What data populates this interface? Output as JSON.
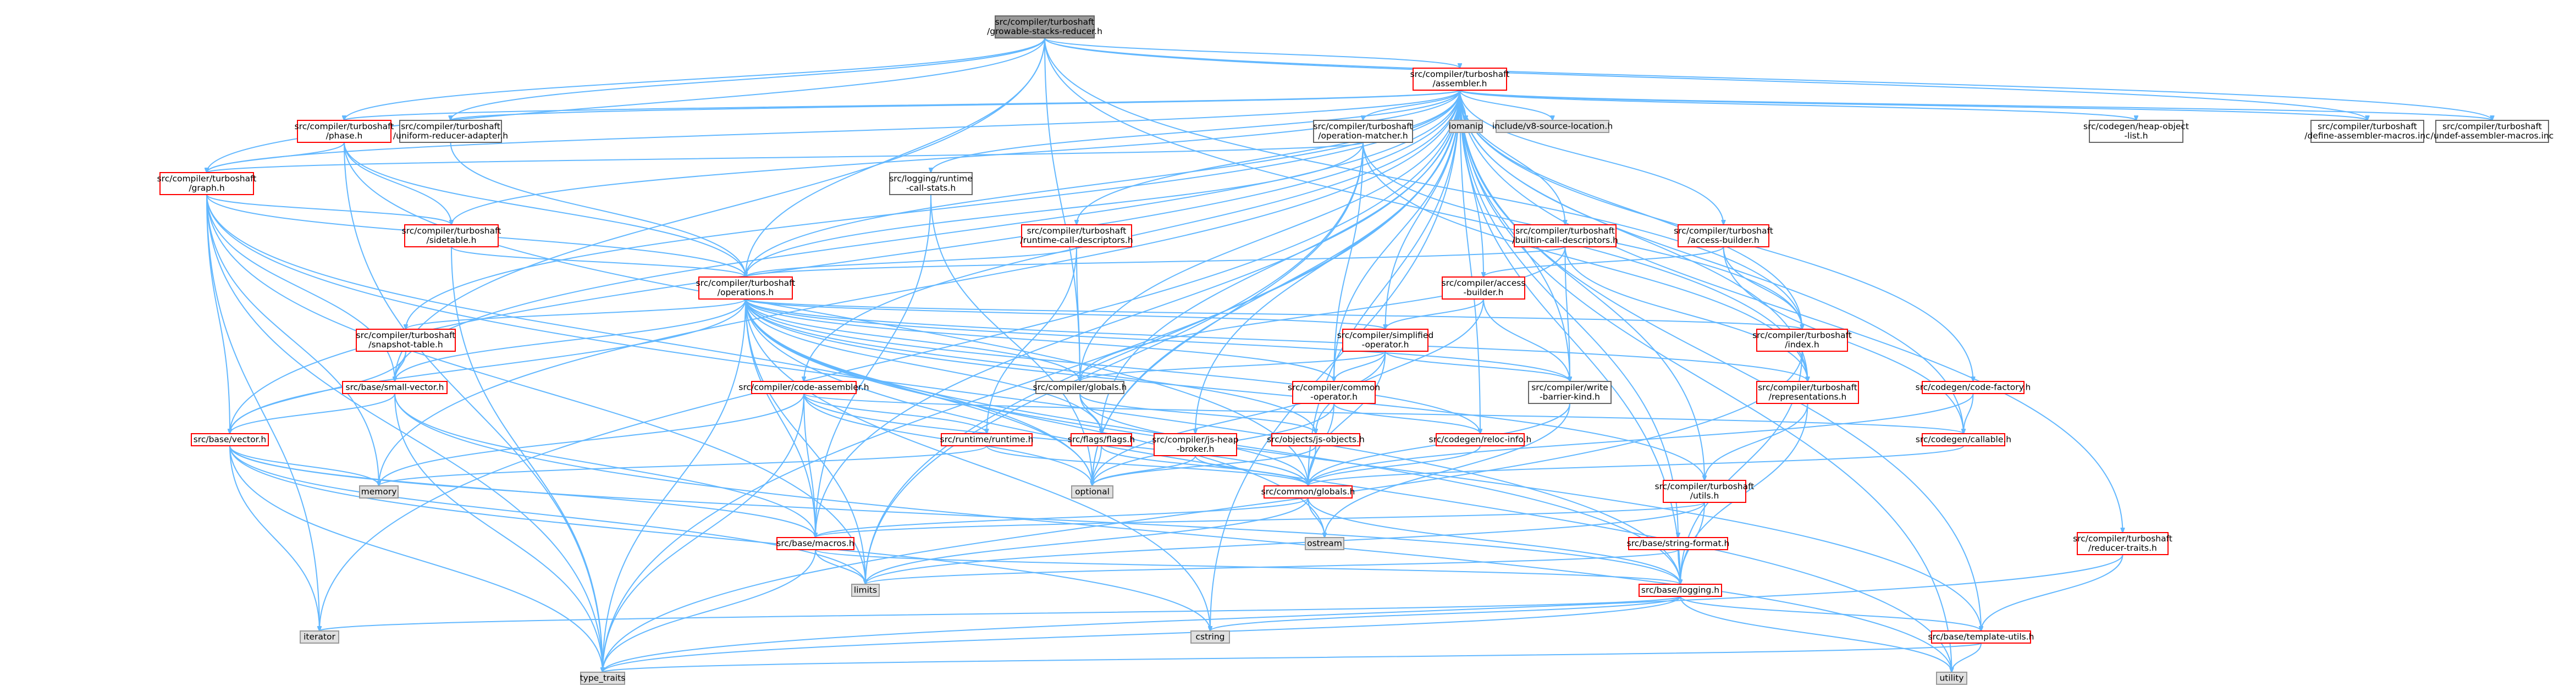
{
  "colors": {
    "edge": "#63b8ff",
    "root_fill": "#999999",
    "root_stroke": "#666666",
    "red_fill": "#ffffff",
    "red_stroke": "#ff0000",
    "black_fill": "#ffffff",
    "black_stroke": "#666666",
    "gray_fill": "#e0e0e0",
    "gray_stroke": "#999999"
  },
  "nodes": [
    {
      "id": "root",
      "style": "root",
      "lines": [
        "src/compiler/turboshaft",
        "/growable-stacks-reducer.h"
      ]
    },
    {
      "id": "assembler",
      "style": "red",
      "lines": [
        "src/compiler/turboshaft",
        "/assembler.h"
      ]
    },
    {
      "id": "phase",
      "style": "red",
      "lines": [
        "src/compiler/turboshaft",
        "/phase.h"
      ]
    },
    {
      "id": "uniform",
      "style": "black",
      "lines": [
        "src/compiler/turboshaft",
        "/uniform-reducer-adapter.h"
      ]
    },
    {
      "id": "opmatcher",
      "style": "black",
      "lines": [
        "src/compiler/turboshaft",
        "/operation-matcher.h"
      ]
    },
    {
      "id": "iomanip",
      "style": "gray",
      "lines": [
        "iomanip"
      ]
    },
    {
      "id": "v8srcloc",
      "style": "gray",
      "lines": [
        "include/v8-source-location.h"
      ]
    },
    {
      "id": "heapobjlist",
      "style": "black",
      "lines": [
        "src/codegen/heap-object",
        "-list.h"
      ]
    },
    {
      "id": "defineasm",
      "style": "black",
      "lines": [
        "src/compiler/turboshaft",
        "/define-assembler-macros.inc"
      ]
    },
    {
      "id": "undefasm",
      "style": "black",
      "lines": [
        "src/compiler/turboshaft",
        "/undef-assembler-macros.inc"
      ]
    },
    {
      "id": "graph",
      "style": "red",
      "lines": [
        "src/compiler/turboshaft",
        "/graph.h"
      ]
    },
    {
      "id": "callstats",
      "style": "black",
      "lines": [
        "src/logging/runtime",
        "-call-stats.h"
      ]
    },
    {
      "id": "rtcalldesc",
      "style": "red",
      "lines": [
        "src/compiler/turboshaft",
        "/runtime-call-descriptors.h"
      ]
    },
    {
      "id": "bicalldesc",
      "style": "red",
      "lines": [
        "src/compiler/turboshaft",
        "/builtin-call-descriptors.h"
      ]
    },
    {
      "id": "accessbuilderts",
      "style": "red",
      "lines": [
        "src/compiler/turboshaft",
        "/access-builder.h"
      ]
    },
    {
      "id": "sidetable",
      "style": "red",
      "lines": [
        "src/compiler/turboshaft",
        "/sidetable.h"
      ]
    },
    {
      "id": "operations",
      "style": "red",
      "lines": [
        "src/compiler/turboshaft",
        "/operations.h"
      ]
    },
    {
      "id": "accessbuilder",
      "style": "red",
      "lines": [
        "src/compiler/access",
        "-builder.h"
      ]
    },
    {
      "id": "snapshot",
      "style": "red",
      "lines": [
        "src/compiler/turboshaft",
        "/snapshot-table.h"
      ]
    },
    {
      "id": "simplifiedop",
      "style": "red",
      "lines": [
        "src/compiler/simplified",
        "-operator.h"
      ]
    },
    {
      "id": "index",
      "style": "red",
      "lines": [
        "src/compiler/turboshaft",
        "/index.h"
      ]
    },
    {
      "id": "smallvector",
      "style": "red",
      "lines": [
        "src/base/small-vector.h"
      ]
    },
    {
      "id": "codeassembler",
      "style": "red",
      "lines": [
        "src/compiler/code-assembler.h"
      ]
    },
    {
      "id": "globals_c",
      "style": "black",
      "lines": [
        "src/compiler/globals.h"
      ]
    },
    {
      "id": "commonop",
      "style": "red",
      "lines": [
        "src/compiler/common",
        "-operator.h"
      ]
    },
    {
      "id": "writebarrier",
      "style": "black",
      "lines": [
        "src/compiler/write",
        "-barrier-kind.h"
      ]
    },
    {
      "id": "representations",
      "style": "red",
      "lines": [
        "src/compiler/turboshaft",
        "/representations.h"
      ]
    },
    {
      "id": "codefactory",
      "style": "red",
      "lines": [
        "src/codegen/code-factory.h"
      ]
    },
    {
      "id": "vector",
      "style": "red",
      "lines": [
        "src/base/vector.h"
      ]
    },
    {
      "id": "runtime",
      "style": "red",
      "lines": [
        "src/runtime/runtime.h"
      ]
    },
    {
      "id": "flags",
      "style": "red",
      "lines": [
        "src/flags/flags.h"
      ]
    },
    {
      "id": "jsheap",
      "style": "red",
      "lines": [
        "src/compiler/js-heap",
        "-broker.h"
      ]
    },
    {
      "id": "jsobjects",
      "style": "red",
      "lines": [
        "src/objects/js-objects.h"
      ]
    },
    {
      "id": "relocinfo",
      "style": "red",
      "lines": [
        "src/codegen/reloc-info.h"
      ]
    },
    {
      "id": "callable",
      "style": "red",
      "lines": [
        "src/codegen/callable.h"
      ]
    },
    {
      "id": "memory",
      "style": "gray",
      "lines": [
        "memory"
      ]
    },
    {
      "id": "optional",
      "style": "gray",
      "lines": [
        "optional"
      ]
    },
    {
      "id": "commonglobals",
      "style": "red",
      "lines": [
        "src/common/globals.h"
      ]
    },
    {
      "id": "utils",
      "style": "red",
      "lines": [
        "src/compiler/turboshaft",
        "/utils.h"
      ]
    },
    {
      "id": "macros",
      "style": "red",
      "lines": [
        "src/base/macros.h"
      ]
    },
    {
      "id": "ostream",
      "style": "gray",
      "lines": [
        "ostream"
      ]
    },
    {
      "id": "stringformat",
      "style": "red",
      "lines": [
        "src/base/string-format.h"
      ]
    },
    {
      "id": "reducertraits",
      "style": "red",
      "lines": [
        "src/compiler/turboshaft",
        "/reducer-traits.h"
      ]
    },
    {
      "id": "limits",
      "style": "gray",
      "lines": [
        "limits"
      ]
    },
    {
      "id": "logging",
      "style": "red",
      "lines": [
        "src/base/logging.h"
      ]
    },
    {
      "id": "iterator",
      "style": "gray",
      "lines": [
        "iterator"
      ]
    },
    {
      "id": "cstring",
      "style": "gray",
      "lines": [
        "cstring"
      ]
    },
    {
      "id": "templateutils",
      "style": "red",
      "lines": [
        "src/base/template-utils.h"
      ]
    },
    {
      "id": "typetraits",
      "style": "gray",
      "lines": [
        "type_traits"
      ]
    },
    {
      "id": "utility",
      "style": "gray",
      "lines": [
        "utility"
      ]
    }
  ],
  "edges": [
    [
      "root",
      "assembler"
    ],
    [
      "root",
      "phase"
    ],
    [
      "root",
      "uniform"
    ],
    [
      "root",
      "defineasm"
    ],
    [
      "root",
      "undefasm"
    ],
    [
      "root",
      "graph"
    ],
    [
      "root",
      "operations"
    ],
    [
      "root",
      "index"
    ],
    [
      "root",
      "representations"
    ],
    [
      "root",
      "smallvector"
    ],
    [
      "root",
      "globals_c"
    ],
    [
      "assembler",
      "phase"
    ],
    [
      "assembler",
      "uniform"
    ],
    [
      "assembler",
      "opmatcher"
    ],
    [
      "assembler",
      "iomanip"
    ],
    [
      "assembler",
      "v8srcloc"
    ],
    [
      "assembler",
      "heapobjlist"
    ],
    [
      "assembler",
      "defineasm"
    ],
    [
      "assembler",
      "undefasm"
    ],
    [
      "assembler",
      "graph"
    ],
    [
      "assembler",
      "callstats"
    ],
    [
      "assembler",
      "rtcalldesc"
    ],
    [
      "assembler",
      "bicalldesc"
    ],
    [
      "assembler",
      "accessbuilderts"
    ],
    [
      "assembler",
      "sidetable"
    ],
    [
      "assembler",
      "operations"
    ],
    [
      "assembler",
      "accessbuilder"
    ],
    [
      "assembler",
      "snapshot"
    ],
    [
      "assembler",
      "simplifiedop"
    ],
    [
      "assembler",
      "index"
    ],
    [
      "assembler",
      "smallvector"
    ],
    [
      "assembler",
      "codeassembler"
    ],
    [
      "assembler",
      "globals_c"
    ],
    [
      "assembler",
      "commonop"
    ],
    [
      "assembler",
      "writebarrier"
    ],
    [
      "assembler",
      "representations"
    ],
    [
      "assembler",
      "codefactory"
    ],
    [
      "assembler",
      "vector"
    ],
    [
      "assembler",
      "flags"
    ],
    [
      "assembler",
      "jsheap"
    ],
    [
      "assembler",
      "callable"
    ],
    [
      "assembler",
      "memory"
    ],
    [
      "assembler",
      "optional"
    ],
    [
      "assembler",
      "commonglobals"
    ],
    [
      "assembler",
      "utils"
    ],
    [
      "assembler",
      "macros"
    ],
    [
      "assembler",
      "stringformat"
    ],
    [
      "assembler",
      "reducertraits"
    ],
    [
      "assembler",
      "limits"
    ],
    [
      "assembler",
      "logging"
    ],
    [
      "assembler",
      "cstring"
    ],
    [
      "assembler",
      "templateutils"
    ],
    [
      "assembler",
      "typetraits"
    ],
    [
      "assembler",
      "utility"
    ],
    [
      "assembler",
      "iterator"
    ],
    [
      "assembler",
      "relocinfo"
    ],
    [
      "phase",
      "graph"
    ],
    [
      "phase",
      "sidetable"
    ],
    [
      "phase",
      "operations"
    ],
    [
      "phase",
      "commonglobals"
    ],
    [
      "phase",
      "typetraits"
    ],
    [
      "uniform",
      "operations"
    ],
    [
      "opmatcher",
      "graph"
    ],
    [
      "opmatcher",
      "operations"
    ],
    [
      "opmatcher",
      "index"
    ],
    [
      "opmatcher",
      "representations"
    ],
    [
      "opmatcher",
      "commonop"
    ],
    [
      "opmatcher",
      "optional"
    ],
    [
      "opmatcher",
      "limits"
    ],
    [
      "graph",
      "sidetable"
    ],
    [
      "graph",
      "operations"
    ],
    [
      "graph",
      "smallvector"
    ],
    [
      "graph",
      "vector"
    ],
    [
      "graph",
      "memory"
    ],
    [
      "graph",
      "iterator"
    ],
    [
      "graph",
      "limits"
    ],
    [
      "graph",
      "typetraits"
    ],
    [
      "graph",
      "optional"
    ],
    [
      "graph",
      "logging"
    ],
    [
      "callstats",
      "optional"
    ],
    [
      "callstats",
      "macros"
    ],
    [
      "rtcalldesc",
      "operations"
    ],
    [
      "rtcalldesc",
      "globals_c"
    ],
    [
      "rtcalldesc",
      "runtime"
    ],
    [
      "bicalldesc",
      "operations"
    ],
    [
      "bicalldesc",
      "globals_c"
    ],
    [
      "bicalldesc",
      "representations"
    ],
    [
      "bicalldesc",
      "writebarrier"
    ],
    [
      "accessbuilderts",
      "accessbuilder"
    ],
    [
      "accessbuilderts",
      "index"
    ],
    [
      "accessbuilderts",
      "callable"
    ],
    [
      "sidetable",
      "operations"
    ],
    [
      "sidetable",
      "typetraits"
    ],
    [
      "operations",
      "snapshot"
    ],
    [
      "operations",
      "smallvector"
    ],
    [
      "operations",
      "globals_c"
    ],
    [
      "operations",
      "commonop"
    ],
    [
      "operations",
      "writebarrier"
    ],
    [
      "operations",
      "representations"
    ],
    [
      "operations",
      "index"
    ],
    [
      "operations",
      "vector"
    ],
    [
      "operations",
      "flags"
    ],
    [
      "operations",
      "macros"
    ],
    [
      "operations",
      "logging"
    ],
    [
      "operations",
      "optional"
    ],
    [
      "operations",
      "utils"
    ],
    [
      "operations",
      "relocinfo"
    ],
    [
      "operations",
      "jsobjects"
    ],
    [
      "operations",
      "limits"
    ],
    [
      "operations",
      "cstring"
    ],
    [
      "operations",
      "typetraits"
    ],
    [
      "operations",
      "utility"
    ],
    [
      "operations",
      "templateutils"
    ],
    [
      "operations",
      "simplifiedop"
    ],
    [
      "operations",
      "ostream"
    ],
    [
      "accessbuilder",
      "simplifiedop"
    ],
    [
      "accessbuilder",
      "writebarrier"
    ],
    [
      "accessbuilder",
      "jsobjects"
    ],
    [
      "snapshot",
      "smallvector"
    ],
    [
      "snapshot",
      "vector"
    ],
    [
      "simplifiedop",
      "commonop"
    ],
    [
      "simplifiedop",
      "globals_c"
    ],
    [
      "simplifiedop",
      "commonglobals"
    ],
    [
      "simplifiedop",
      "writebarrier"
    ],
    [
      "simplifiedop",
      "optional"
    ],
    [
      "index",
      "representations"
    ],
    [
      "index",
      "logging"
    ],
    [
      "index",
      "typetraits"
    ],
    [
      "smallvector",
      "vector"
    ],
    [
      "smallvector",
      "macros"
    ],
    [
      "smallvector",
      "utility"
    ],
    [
      "smallvector",
      "typetraits"
    ],
    [
      "codeassembler",
      "runtime"
    ],
    [
      "codeassembler",
      "optional"
    ],
    [
      "codeassembler",
      "memory"
    ],
    [
      "codeassembler",
      "macros"
    ],
    [
      "codeassembler",
      "commonglobals"
    ],
    [
      "codeassembler",
      "callable"
    ],
    [
      "codeassembler",
      "typetraits"
    ],
    [
      "globals_c",
      "flags"
    ],
    [
      "globals_c",
      "commonglobals"
    ],
    [
      "globals_c",
      "jsobjects"
    ],
    [
      "commonop",
      "relocinfo"
    ],
    [
      "commonop",
      "commonglobals"
    ],
    [
      "commonop",
      "optional"
    ],
    [
      "writebarrier",
      "commonglobals"
    ],
    [
      "writebarrier",
      "ostream"
    ],
    [
      "representations",
      "utils"
    ],
    [
      "representations",
      "logging"
    ],
    [
      "codefactory",
      "callable"
    ],
    [
      "codefactory",
      "commonglobals"
    ],
    [
      "vector",
      "memory"
    ],
    [
      "vector",
      "iterator"
    ],
    [
      "vector",
      "limits"
    ],
    [
      "vector",
      "cstring"
    ],
    [
      "vector",
      "typetraits"
    ],
    [
      "vector",
      "logging"
    ],
    [
      "vector",
      "macros"
    ],
    [
      "runtime",
      "memory"
    ],
    [
      "runtime",
      "commonglobals"
    ],
    [
      "flags",
      "optional"
    ],
    [
      "flags",
      "commonglobals"
    ],
    [
      "jsheap",
      "optional"
    ],
    [
      "jsheap",
      "commonglobals"
    ],
    [
      "jsobjects",
      "commonglobals"
    ],
    [
      "jsobjects",
      "optional"
    ],
    [
      "relocinfo",
      "commonglobals"
    ],
    [
      "callable",
      "commonglobals"
    ],
    [
      "commonglobals",
      "macros"
    ],
    [
      "commonglobals",
      "ostream"
    ],
    [
      "commonglobals",
      "limits"
    ],
    [
      "commonglobals",
      "logging"
    ],
    [
      "utils",
      "macros"
    ],
    [
      "utils",
      "logging"
    ],
    [
      "utils",
      "limits"
    ],
    [
      "macros",
      "limits"
    ],
    [
      "macros",
      "logging"
    ],
    [
      "macros",
      "typetraits"
    ],
    [
      "stringformat",
      "limits"
    ],
    [
      "stringformat",
      "logging"
    ],
    [
      "reducertraits",
      "typetraits"
    ],
    [
      "reducertraits",
      "templateutils"
    ],
    [
      "logging",
      "iterator"
    ],
    [
      "logging",
      "cstring"
    ],
    [
      "logging",
      "templateutils"
    ],
    [
      "logging",
      "typetraits"
    ],
    [
      "logging",
      "utility"
    ],
    [
      "templateutils",
      "typetraits"
    ],
    [
      "templateutils",
      "utility"
    ]
  ]
}
